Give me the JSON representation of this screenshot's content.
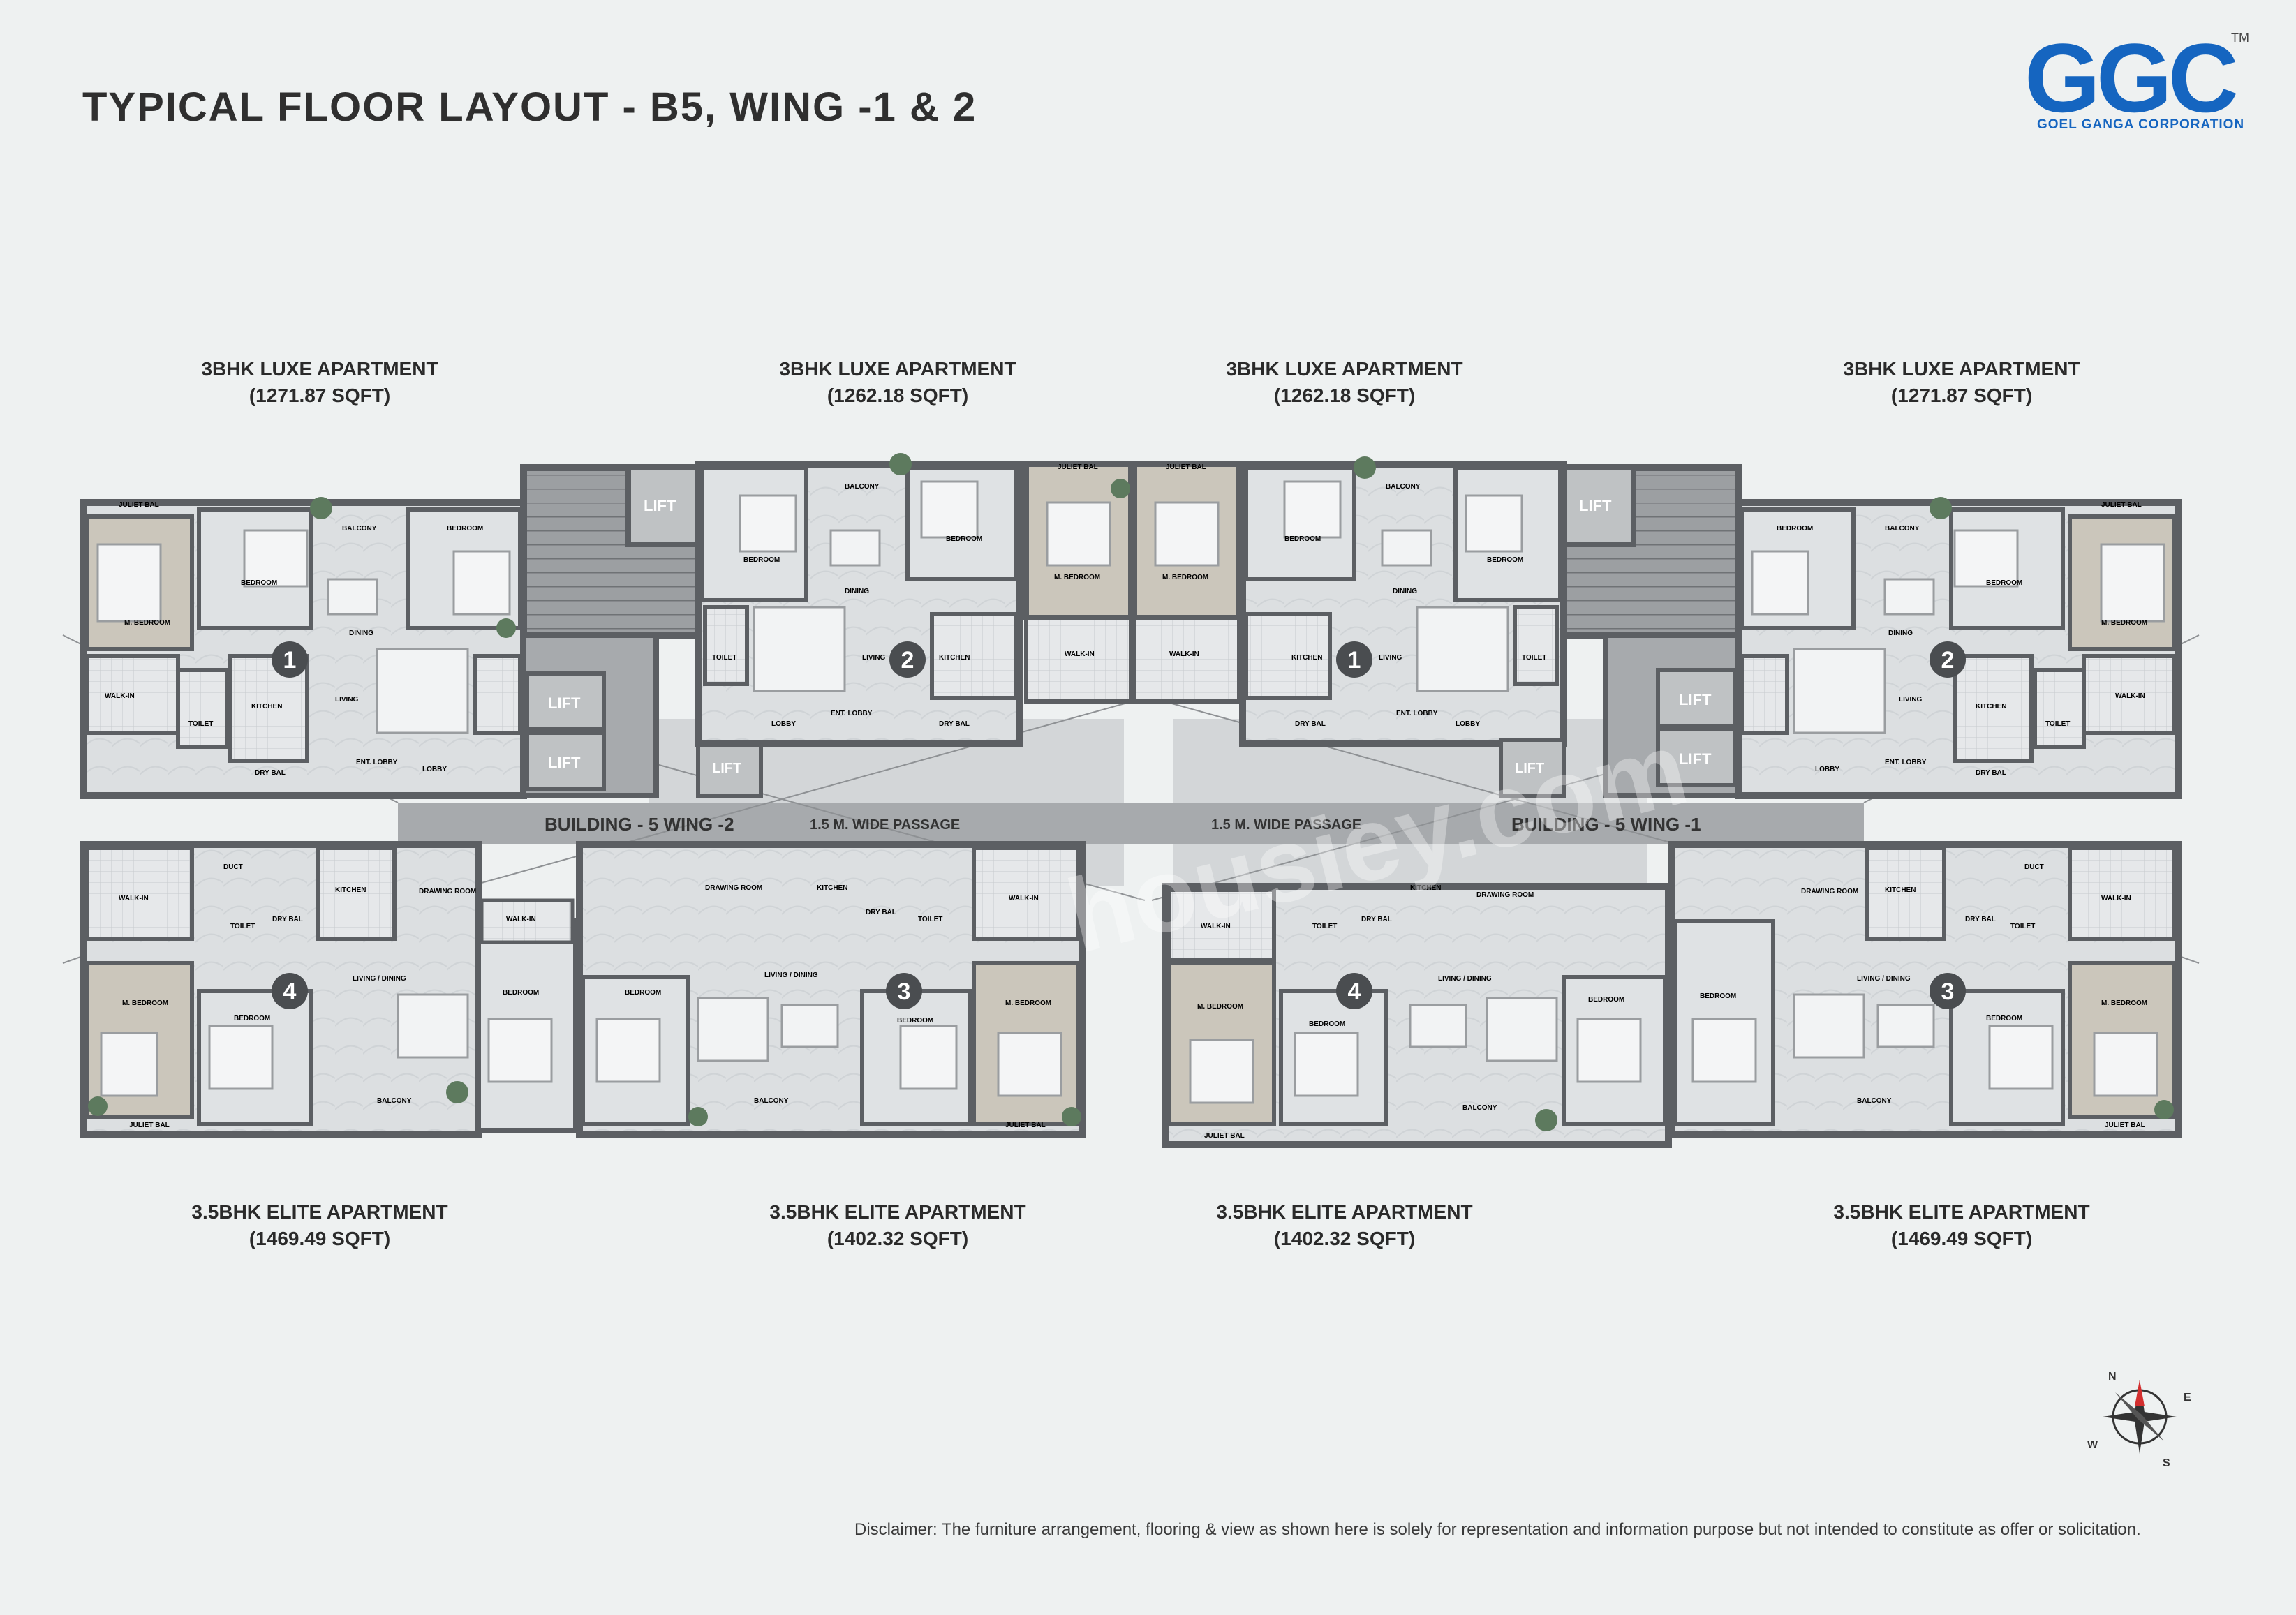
{
  "header": {
    "title": "TYPICAL FLOOR LAYOUT - B5, WING -1 & 2",
    "logo_text": "GGC",
    "logo_tm": "TM",
    "logo_sub": "GOEL GANGA CORPORATION"
  },
  "apartments_top": [
    {
      "name": "3BHK LUXE APARTMENT",
      "area": "(1271.87 SQFT)"
    },
    {
      "name": "3BHK LUXE APARTMENT",
      "area": "(1262.18 SQFT)"
    },
    {
      "name": "3BHK LUXE APARTMENT",
      "area": "(1262.18 SQFT)"
    },
    {
      "name": "3BHK LUXE APARTMENT",
      "area": "(1271.87 SQFT)"
    }
  ],
  "apartments_bottom": [
    {
      "name": "3.5BHK ELITE APARTMENT",
      "area": "(1469.49 SQFT)"
    },
    {
      "name": "3.5BHK ELITE APARTMENT",
      "area": "(1402.32 SQFT)"
    },
    {
      "name": "3.5BHK ELITE APARTMENT",
      "area": "(1402.32 SQFT)"
    },
    {
      "name": "3.5BHK ELITE APARTMENT",
      "area": "(1469.49 SQFT)"
    }
  ],
  "plan": {
    "lift": "LIFT",
    "wing2": "BUILDING - 5  WING -2",
    "wing1": "BUILDING - 5  WING -1",
    "passage": "1.5 M. WIDE PASSAGE",
    "unit_numbers": [
      "1",
      "2",
      "1",
      "2",
      "4",
      "3",
      "4",
      "3"
    ],
    "rooms": {
      "bedroom": "BEDROOM",
      "m_bedroom": "M. BEDROOM",
      "living": "LIVING",
      "dining": "DINING",
      "kitchen": "KITCHEN",
      "toilet": "TOILET",
      "balcony": "BALCONY",
      "dry_bal": "DRY BAL",
      "juliet_bal": "JULIET BAL",
      "walk_in": "WALK-IN",
      "ent_lobby": "ENT. LOBBY",
      "lobby": "LOBBY",
      "living_dining": "LIVING / DINING",
      "drawing_room": "DRAWING ROOM",
      "duct": "DUCT"
    }
  },
  "compass": {
    "n": "N",
    "e": "E",
    "s": "S",
    "w": "W"
  },
  "watermark": "housiey.com",
  "disclaimer": "Disclaimer: The furniture arrangement, flooring & view as shown here is solely for representation and information purpose but not intended to constitute as offer or solicitation.",
  "colors": {
    "background": "#eef1f1",
    "wall": "#5c5f63",
    "room": "#dcdfe1",
    "master_room": "#cbc6bb",
    "corridor": "#a7aaad",
    "brand": "#1565c0"
  }
}
